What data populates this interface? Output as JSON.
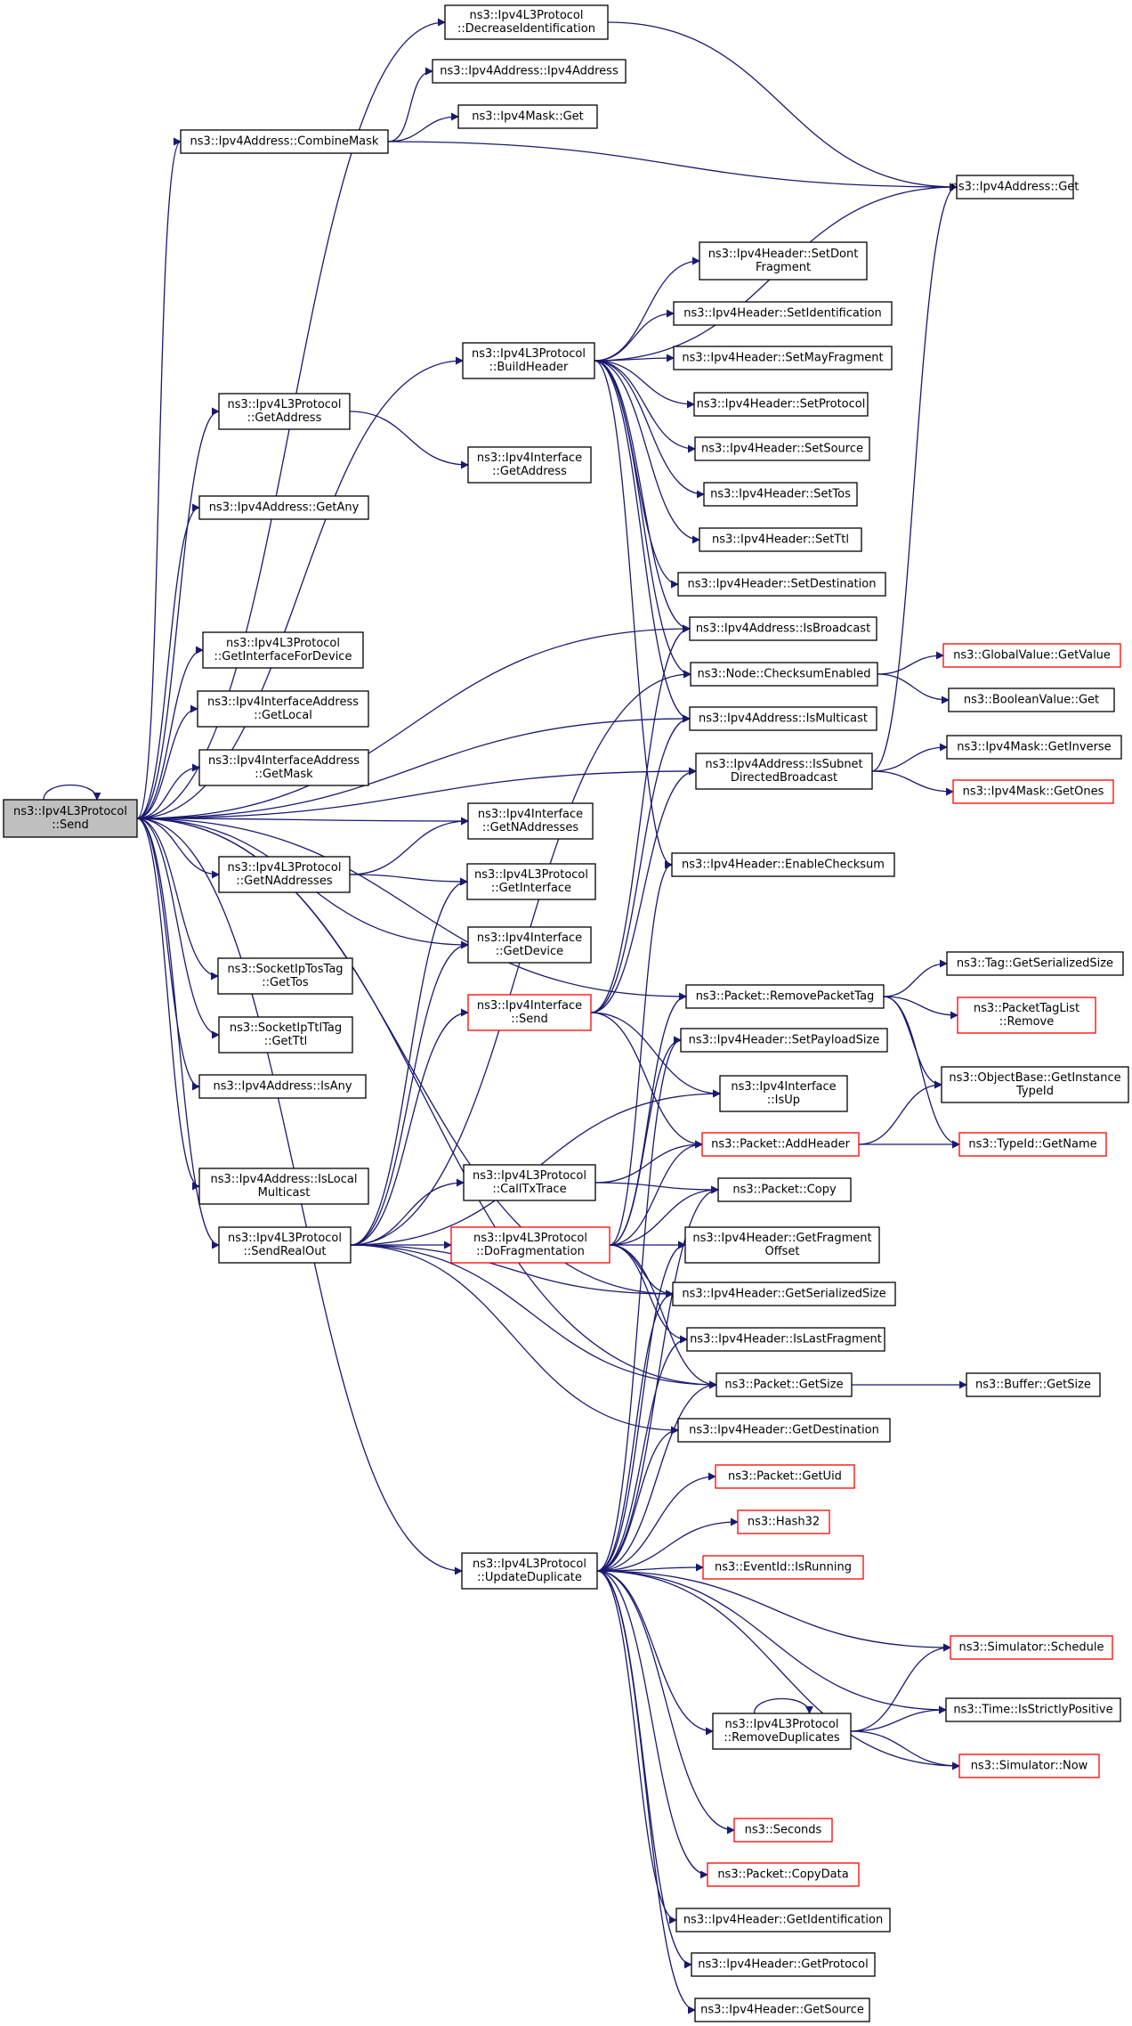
{
  "graph": {
    "title": "",
    "colors": {
      "edge": "#191970",
      "node_border": "#000000",
      "node_border_truncated": "#ff0000",
      "root_fill": "#bfbfbf"
    },
    "nodes": [
      {
        "id": "send",
        "lines": [
          "ns3::Ipv4L3Protocol",
          "::Send"
        ],
        "root": true
      },
      {
        "id": "decid",
        "lines": [
          "ns3::Ipv4L3Protocol",
          "::DecreaseIdentification"
        ]
      },
      {
        "id": "a4ctor",
        "lines": [
          "ns3::Ipv4Address::Ipv4Address"
        ]
      },
      {
        "id": "combine",
        "lines": [
          "ns3::Ipv4Address::CombineMask"
        ]
      },
      {
        "id": "maskget",
        "lines": [
          "ns3::Ipv4Mask::Get"
        ]
      },
      {
        "id": "addrget",
        "lines": [
          "ns3::Ipv4Address::Get"
        ]
      },
      {
        "id": "setdont",
        "lines": [
          "ns3::Ipv4Header::SetDont",
          "Fragment"
        ]
      },
      {
        "id": "setident",
        "lines": [
          "ns3::Ipv4Header::SetIdentification"
        ]
      },
      {
        "id": "buildhdr",
        "lines": [
          "ns3::Ipv4L3Protocol",
          "::BuildHeader"
        ]
      },
      {
        "id": "setmay",
        "lines": [
          "ns3::Ipv4Header::SetMayFragment"
        ]
      },
      {
        "id": "getaddr",
        "lines": [
          "ns3::Ipv4L3Protocol",
          "::GetAddress"
        ]
      },
      {
        "id": "setproto",
        "lines": [
          "ns3::Ipv4Header::SetProtocol"
        ]
      },
      {
        "id": "ifgetaddr",
        "lines": [
          "ns3::Ipv4Interface",
          "::GetAddress"
        ]
      },
      {
        "id": "setsrc",
        "lines": [
          "ns3::Ipv4Header::SetSource"
        ]
      },
      {
        "id": "settos",
        "lines": [
          "ns3::Ipv4Header::SetTos"
        ]
      },
      {
        "id": "getany",
        "lines": [
          "ns3::Ipv4Address::GetAny"
        ]
      },
      {
        "id": "setttl",
        "lines": [
          "ns3::Ipv4Header::SetTtl"
        ]
      },
      {
        "id": "setdst",
        "lines": [
          "ns3::Ipv4Header::SetDestination"
        ]
      },
      {
        "id": "isbcast",
        "lines": [
          "ns3::Ipv4Address::IsBroadcast"
        ]
      },
      {
        "id": "getiffordev",
        "lines": [
          "ns3::Ipv4L3Protocol",
          "::GetInterfaceForDevice"
        ]
      },
      {
        "id": "chksum",
        "lines": [
          "ns3::Node::ChecksumEnabled"
        ]
      },
      {
        "id": "gvget",
        "lines": [
          "ns3::GlobalValue::GetValue"
        ],
        "truncated": true
      },
      {
        "id": "boolget",
        "lines": [
          "ns3::BooleanValue::Get"
        ]
      },
      {
        "id": "getlocal",
        "lines": [
          "ns3::Ipv4InterfaceAddress",
          "::GetLocal"
        ]
      },
      {
        "id": "ismcast",
        "lines": [
          "ns3::Ipv4Address::IsMulticast"
        ]
      },
      {
        "id": "getinverse",
        "lines": [
          "ns3::Ipv4Mask::GetInverse"
        ]
      },
      {
        "id": "getmask",
        "lines": [
          "ns3::Ipv4InterfaceAddress",
          "::GetMask"
        ]
      },
      {
        "id": "issubnet",
        "lines": [
          "ns3::Ipv4Address::IsSubnet",
          "DirectedBroadcast"
        ]
      },
      {
        "id": "getones",
        "lines": [
          "ns3::Ipv4Mask::GetOnes"
        ],
        "truncated": true
      },
      {
        "id": "ifgetnaddr",
        "lines": [
          "ns3::Ipv4Interface",
          "::GetNAddresses"
        ]
      },
      {
        "id": "enchk",
        "lines": [
          "ns3::Ipv4Header::EnableChecksum"
        ]
      },
      {
        "id": "getnaddr",
        "lines": [
          "ns3::Ipv4L3Protocol",
          "::GetNAddresses"
        ]
      },
      {
        "id": "getif",
        "lines": [
          "ns3::Ipv4L3Protocol",
          "::GetInterface"
        ]
      },
      {
        "id": "getdev",
        "lines": [
          "ns3::Ipv4Interface",
          "::GetDevice"
        ]
      },
      {
        "id": "gettos",
        "lines": [
          "ns3::SocketIpTosTag",
          "::GetTos"
        ]
      },
      {
        "id": "tagser",
        "lines": [
          "ns3::Tag::GetSerializedSize"
        ]
      },
      {
        "id": "rmtag",
        "lines": [
          "ns3::Packet::RemovePacketTag"
        ]
      },
      {
        "id": "ifsend",
        "lines": [
          "ns3::Ipv4Interface",
          "::Send"
        ],
        "truncated": true
      },
      {
        "id": "ptlremove",
        "lines": [
          "ns3::PacketTagList",
          "::Remove"
        ],
        "truncated": true
      },
      {
        "id": "getttl",
        "lines": [
          "ns3::SocketIpTtlTag",
          "::GetTtl"
        ]
      },
      {
        "id": "setpay",
        "lines": [
          "ns3::Ipv4Header::SetPayloadSize"
        ]
      },
      {
        "id": "obgetinst",
        "lines": [
          "ns3::ObjectBase::GetInstance",
          "TypeId"
        ]
      },
      {
        "id": "isany",
        "lines": [
          "ns3::Ipv4Address::IsAny"
        ]
      },
      {
        "id": "isup",
        "lines": [
          "ns3::Ipv4Interface",
          "::IsUp"
        ]
      },
      {
        "id": "addhdr",
        "lines": [
          "ns3::Packet::AddHeader"
        ],
        "truncated": true
      },
      {
        "id": "tidname",
        "lines": [
          "ns3::TypeId::GetName"
        ],
        "truncated": true
      },
      {
        "id": "islocalmc",
        "lines": [
          "ns3::Ipv4Address::IsLocal",
          "Multicast"
        ]
      },
      {
        "id": "calltx",
        "lines": [
          "ns3::Ipv4L3Protocol",
          "::CallTxTrace"
        ]
      },
      {
        "id": "pcopy",
        "lines": [
          "ns3::Packet::Copy"
        ]
      },
      {
        "id": "sendreal",
        "lines": [
          "ns3::Ipv4L3Protocol",
          "::SendRealOut"
        ]
      },
      {
        "id": "dofrag",
        "lines": [
          "ns3::Ipv4L3Protocol",
          "::DoFragmentation"
        ],
        "truncated": true
      },
      {
        "id": "getfragoff",
        "lines": [
          "ns3::Ipv4Header::GetFragment",
          "Offset"
        ]
      },
      {
        "id": "hdrser",
        "lines": [
          "ns3::Ipv4Header::GetSerializedSize"
        ]
      },
      {
        "id": "islastfrag",
        "lines": [
          "ns3::Ipv4Header::IsLastFragment"
        ]
      },
      {
        "id": "pgetsize",
        "lines": [
          "ns3::Packet::GetSize"
        ]
      },
      {
        "id": "bufsize",
        "lines": [
          "ns3::Buffer::GetSize"
        ]
      },
      {
        "id": "getdst",
        "lines": [
          "ns3::Ipv4Header::GetDestination"
        ]
      },
      {
        "id": "getuid",
        "lines": [
          "ns3::Packet::GetUid"
        ],
        "truncated": true
      },
      {
        "id": "hash32",
        "lines": [
          "ns3::Hash32"
        ],
        "truncated": true
      },
      {
        "id": "updup",
        "lines": [
          "ns3::Ipv4L3Protocol",
          "::UpdateDuplicate"
        ]
      },
      {
        "id": "isrunning",
        "lines": [
          "ns3::EventId::IsRunning"
        ],
        "truncated": true
      },
      {
        "id": "schedule",
        "lines": [
          "ns3::Simulator::Schedule"
        ],
        "truncated": true
      },
      {
        "id": "rmdup",
        "lines": [
          "ns3::Ipv4L3Protocol",
          "::RemoveDuplicates"
        ]
      },
      {
        "id": "strictpos",
        "lines": [
          "ns3::Time::IsStrictlyPositive"
        ]
      },
      {
        "id": "now",
        "lines": [
          "ns3::Simulator::Now"
        ],
        "truncated": true
      },
      {
        "id": "seconds",
        "lines": [
          "ns3::Seconds"
        ],
        "truncated": true
      },
      {
        "id": "copydata",
        "lines": [
          "ns3::Packet::CopyData"
        ],
        "truncated": true
      },
      {
        "id": "getident",
        "lines": [
          "ns3::Ipv4Header::GetIdentification"
        ]
      },
      {
        "id": "getproto",
        "lines": [
          "ns3::Ipv4Header::GetProtocol"
        ]
      },
      {
        "id": "getsrc",
        "lines": [
          "ns3::Ipv4Header::GetSource"
        ]
      }
    ],
    "edges": [
      [
        "send",
        "send"
      ],
      [
        "send",
        "decid"
      ],
      [
        "send",
        "combine"
      ],
      [
        "send",
        "buildhdr"
      ],
      [
        "send",
        "getaddr"
      ],
      [
        "send",
        "getany"
      ],
      [
        "send",
        "getiffordev"
      ],
      [
        "send",
        "getlocal"
      ],
      [
        "send",
        "getmask"
      ],
      [
        "send",
        "ifgetnaddr"
      ],
      [
        "send",
        "getnaddr"
      ],
      [
        "send",
        "getdev"
      ],
      [
        "send",
        "gettos"
      ],
      [
        "send",
        "getttl"
      ],
      [
        "send",
        "isany"
      ],
      [
        "send",
        "islocalmc"
      ],
      [
        "send",
        "sendreal"
      ],
      [
        "send",
        "updup"
      ],
      [
        "send",
        "rmtag"
      ],
      [
        "send",
        "isbcast"
      ],
      [
        "send",
        "issubnet"
      ],
      [
        "send",
        "ismcast"
      ],
      [
        "send",
        "hdrser"
      ],
      [
        "send",
        "pgetsize"
      ],
      [
        "decid",
        "addrget"
      ],
      [
        "combine",
        "a4ctor"
      ],
      [
        "combine",
        "maskget"
      ],
      [
        "combine",
        "addrget"
      ],
      [
        "getaddr",
        "ifgetaddr"
      ],
      [
        "getnaddr",
        "ifgetnaddr"
      ],
      [
        "getnaddr",
        "getif"
      ],
      [
        "buildhdr",
        "setdont"
      ],
      [
        "buildhdr",
        "setident"
      ],
      [
        "buildhdr",
        "setmay"
      ],
      [
        "buildhdr",
        "setproto"
      ],
      [
        "buildhdr",
        "setsrc"
      ],
      [
        "buildhdr",
        "settos"
      ],
      [
        "buildhdr",
        "setttl"
      ],
      [
        "buildhdr",
        "setdst"
      ],
      [
        "buildhdr",
        "isbcast"
      ],
      [
        "buildhdr",
        "chksum"
      ],
      [
        "buildhdr",
        "ismcast"
      ],
      [
        "buildhdr",
        "enchk"
      ],
      [
        "buildhdr",
        "addrget"
      ],
      [
        "chksum",
        "gvget"
      ],
      [
        "chksum",
        "boolget"
      ],
      [
        "issubnet",
        "getinverse"
      ],
      [
        "issubnet",
        "getones"
      ],
      [
        "issubnet",
        "addrget"
      ],
      [
        "rmtag",
        "tagser"
      ],
      [
        "rmtag",
        "ptlremove"
      ],
      [
        "rmtag",
        "obgetinst"
      ],
      [
        "rmtag",
        "tidname"
      ],
      [
        "ifsend",
        "ismcast"
      ],
      [
        "ifsend",
        "issubnet"
      ],
      [
        "ifsend",
        "isup"
      ],
      [
        "ifsend",
        "addhdr"
      ],
      [
        "ifsend",
        "isbcast"
      ],
      [
        "addhdr",
        "obgetinst"
      ],
      [
        "addhdr",
        "tidname"
      ],
      [
        "sendreal",
        "getif"
      ],
      [
        "sendreal",
        "getdev"
      ],
      [
        "sendreal",
        "ifsend"
      ],
      [
        "sendreal",
        "calltx"
      ],
      [
        "sendreal",
        "dofrag"
      ],
      [
        "sendreal",
        "isup"
      ],
      [
        "sendreal",
        "hdrser"
      ],
      [
        "sendreal",
        "pgetsize"
      ],
      [
        "sendreal",
        "getdst"
      ],
      [
        "sendreal",
        "chksum"
      ],
      [
        "calltx",
        "pcopy"
      ],
      [
        "calltx",
        "addhdr"
      ],
      [
        "dofrag",
        "rmtag"
      ],
      [
        "dofrag",
        "setpay"
      ],
      [
        "dofrag",
        "addhdr"
      ],
      [
        "dofrag",
        "pcopy"
      ],
      [
        "dofrag",
        "getfragoff"
      ],
      [
        "dofrag",
        "hdrser"
      ],
      [
        "dofrag",
        "islastfrag"
      ],
      [
        "dofrag",
        "pgetsize"
      ],
      [
        "dofrag",
        "enchk"
      ],
      [
        "pgetsize",
        "bufsize"
      ],
      [
        "updup",
        "getuid"
      ],
      [
        "updup",
        "hash32"
      ],
      [
        "updup",
        "isrunning"
      ],
      [
        "updup",
        "schedule"
      ],
      [
        "updup",
        "rmdup"
      ],
      [
        "updup",
        "strictpos"
      ],
      [
        "updup",
        "now"
      ],
      [
        "updup",
        "seconds"
      ],
      [
        "updup",
        "copydata"
      ],
      [
        "updup",
        "getident"
      ],
      [
        "updup",
        "getproto"
      ],
      [
        "updup",
        "getsrc"
      ],
      [
        "updup",
        "getdst"
      ],
      [
        "updup",
        "pgetsize"
      ],
      [
        "updup",
        "islastfrag"
      ],
      [
        "updup",
        "getfragoff"
      ],
      [
        "updup",
        "hdrser"
      ],
      [
        "updup",
        "pcopy"
      ],
      [
        "updup",
        "setpay"
      ],
      [
        "rmdup",
        "rmdup"
      ],
      [
        "rmdup",
        "schedule"
      ],
      [
        "rmdup",
        "strictpos"
      ],
      [
        "rmdup",
        "now"
      ]
    ]
  }
}
